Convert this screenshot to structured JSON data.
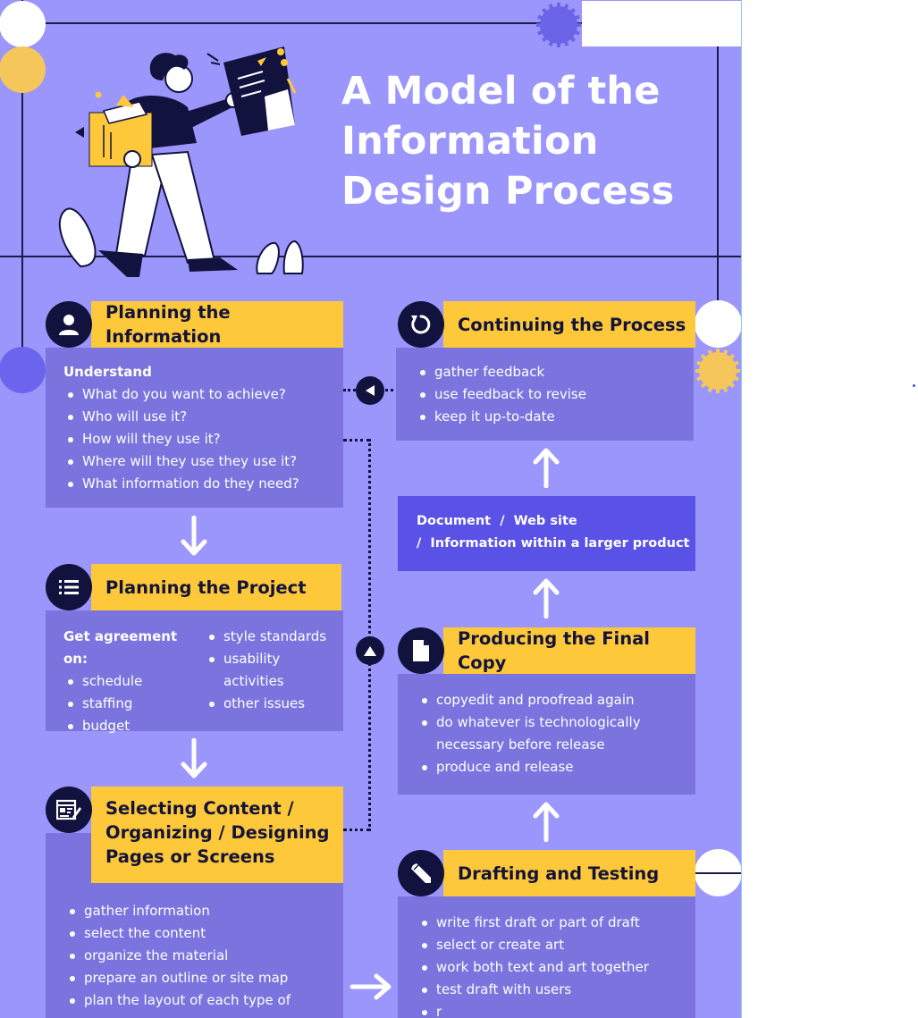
{
  "title": {
    "line1": "A Model of the",
    "line2": "Information",
    "line3": "Design Process"
  },
  "steps": {
    "planning_info": {
      "heading": "Planning the Information",
      "lead": "Understand",
      "items": [
        "What do you want to achieve?",
        "Who will use it?",
        "How will they use it?",
        "Where will they use they use it?",
        "What information do they need?"
      ]
    },
    "planning_project": {
      "heading": "Planning the Project",
      "lead": "Get agreement on:",
      "items_col1": [
        "schedule",
        "staffing",
        "budget"
      ],
      "items_col2": [
        "style standards",
        "usability activities",
        "other issues"
      ]
    },
    "selecting": {
      "heading_line1": "Selecting Content /",
      "heading_line2": "Organizing / Designing",
      "heading_line3": "Pages or Screens",
      "items": [
        "gather information",
        "select the content",
        "organize the material",
        "prepare an outline or site map",
        "plan the layout of each type of"
      ]
    },
    "continuing": {
      "heading": "Continuing the Process",
      "items": [
        "gather feedback",
        "use feedback to revise",
        "keep it up-to-date"
      ]
    },
    "output": {
      "line1": "Document  /  Web site",
      "line2": "/  Information within a larger product"
    },
    "producing": {
      "heading": "Producing the Final Copy",
      "items": [
        "copyedit and proofread again",
        "do whatever is technologically necessary before release",
        "produce and release"
      ]
    },
    "drafting": {
      "heading": "Drafting and Testing",
      "items": [
        "write first draft or part of draft",
        "select or create art",
        "work both text and art together",
        "test draft with users",
        "r"
      ]
    }
  },
  "icons": {
    "planning_info": "user-icon",
    "planning_project": "list-icon",
    "selecting": "edit-document-icon",
    "continuing": "refresh-icon",
    "producing": "file-icon",
    "drafting": "pencil-icon"
  },
  "colors": {
    "background": "#9b96fb",
    "header": "#fdc83a",
    "box": "#7b74de",
    "dark_box": "#5a51e6",
    "navy": "#12123e",
    "title": "#ffffff"
  }
}
